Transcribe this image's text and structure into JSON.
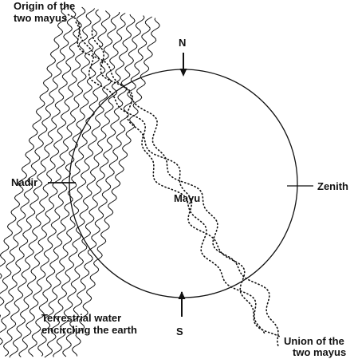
{
  "labels": {
    "origin": [
      "Origin of the",
      "two mayus"
    ],
    "north": "N",
    "south": "S",
    "nadir": "Nadir",
    "zenith": "Zenith",
    "mayu": "Mayu",
    "terrestrial_water": [
      "Terrestrial water",
      "encircling the earth"
    ],
    "union": [
      "Union of the",
      "two mayus"
    ]
  },
  "colors": {
    "ink": "#111111",
    "background": "#ffffff"
  }
}
